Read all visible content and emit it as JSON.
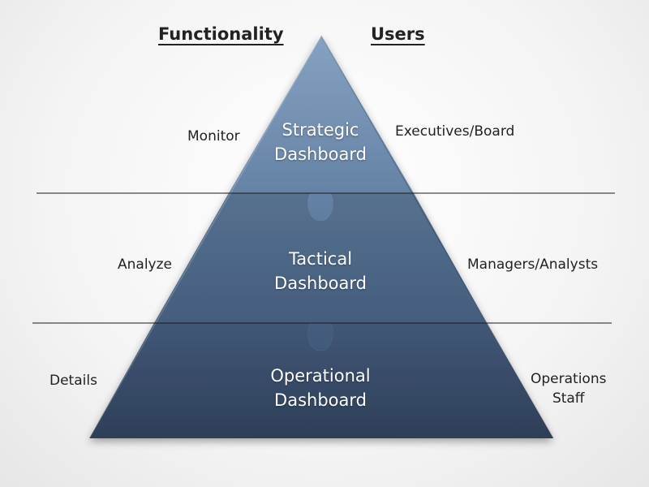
{
  "headers": {
    "functionality": "Functionality",
    "users": "Users"
  },
  "tiers": [
    {
      "title_line1": "Strategic",
      "title_line2": "Dashboard",
      "functionality": "Monitor",
      "users": "Executives/Board",
      "color": "#7390b3"
    },
    {
      "title_line1": "Tactical",
      "title_line2": "Dashboard",
      "functionality": "Analyze",
      "users": "Managers/Analysts",
      "color": "#4f6988"
    },
    {
      "title_line1": "Operational",
      "title_line2": "Dashboard",
      "functionality": "Details",
      "users_line1": "Operations",
      "users_line2": "Staff",
      "color": "#3c5270"
    }
  ]
}
